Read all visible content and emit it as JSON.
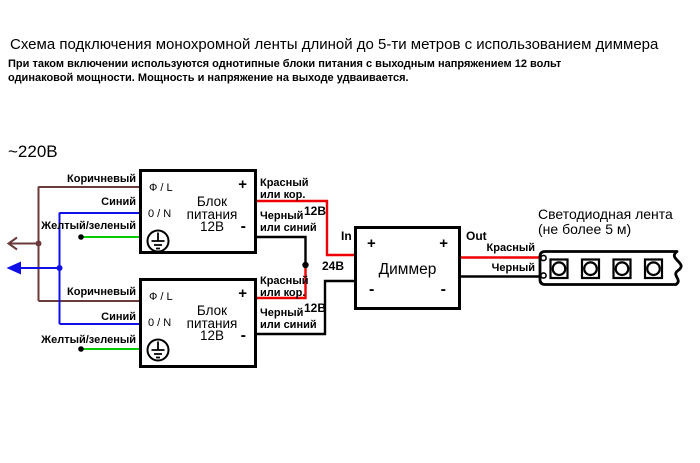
{
  "title": "Схема подключения монохромной ленты длиной до 5-ти метров с использованием диммера",
  "subtitle": {
    "line1": "При таком включении используются однотипные блоки питания с выходным напряжением 12 вольт",
    "line2": "одинаковой мощности. Мощность и напряжение на выходе удваивается."
  },
  "mains": {
    "label": "~220В"
  },
  "colors": {
    "red": "#ee0000",
    "black": "#000000",
    "brown": "#6b3a3a",
    "blue": "#0f0fe6",
    "green": "#00cc00"
  },
  "input_wires": {
    "brown": "Коричневый",
    "blue": "Синий",
    "yellow_green": "Желтый/зеленый"
  },
  "psu": {
    "phase": "Ф / L",
    "neutral": "0 / N",
    "plus": "+",
    "minus": "-",
    "name_line1": "Блок",
    "name_line2": "питания",
    "name_line3": "12В"
  },
  "psu_output": {
    "red_line1": "Красный",
    "red_line2": "или кор.",
    "black_line1": "Черный",
    "black_line2": "или синий",
    "voltage": "12В"
  },
  "bus": {
    "voltage": "24В"
  },
  "dimmer": {
    "label": "Диммер",
    "in_label": "In",
    "out_label": "Out",
    "plus": "+",
    "minus": "-"
  },
  "dimmer_output": {
    "red": "Красный",
    "black": "Черный"
  },
  "led_strip": {
    "name_line1": "Светодиодная лента",
    "name_line2": "(не более 5 м)",
    "led_count": 4
  }
}
